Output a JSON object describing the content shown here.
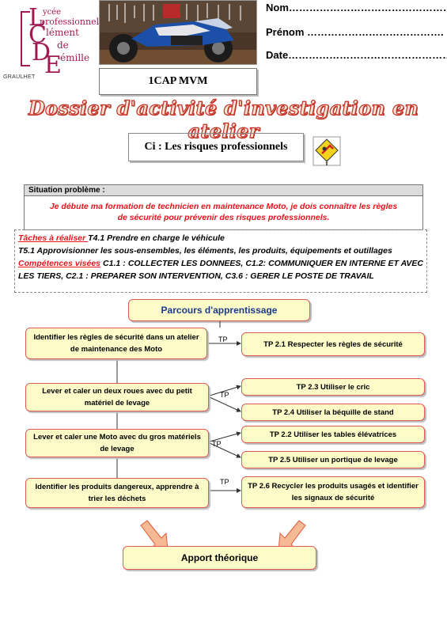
{
  "logo": {
    "l": "L",
    "ycee": "ycée",
    "professionnel": "professionnel",
    "c": "C",
    "lement": "lément",
    "d": "D",
    "de": "de",
    "e": "E",
    "emille": "émille",
    "city": "GRAULHET"
  },
  "fields": {
    "nom": "Nom………………………………………….",
    "prenom": "Prénom ………………………………….",
    "date": "Date…………………………………………."
  },
  "class_label": "1CAP MVM",
  "main_title": "Dossier d'activité d'investigation en atelier",
  "ci_label": "Ci : Les risques professionnels",
  "situation": {
    "header": "Situation problème :",
    "text": "Je débute ma formation de technicien en maintenance Moto, je dois connaître les règles de sécurité pour prévenir des risques professionnels."
  },
  "tasks": {
    "taches_label": "Tâches à réaliser ",
    "taches_text": "T4.1 Prendre en charge le véhicule",
    "t51_text": "T5.1 Approvisionner les sous-ensembles, les éléments, les produits, équipements et outillages",
    "competences_label": "Compétences visées",
    "competences_text": " C1.1 : COLLECTER LES DONNEES, C1.2: COMMUNIQUER EN INTERNE ET AVEC LES TIERS, C2.1 : PREPARER SON INTERVENTION, C3.6 : GERER LE POSTE DE TRAVAIL"
  },
  "flow": {
    "header": "Parcours d'apprentissage",
    "left": [
      "Identifier les règles de sécurité dans un atelier de maintenance des Moto",
      "Lever et caler un deux roues avec du petit matériel de levage",
      "Lever et caler une Moto avec du gros matériels de levage",
      "Identifier les produits dangereux, apprendre à trier les déchets"
    ],
    "right": [
      "TP 2.1 Respecter les règles de sécurité",
      "TP 2.3 Utiliser le  cric",
      "TP 2.4 Utiliser la béquille de stand",
      "TP 2.2 Utiliser les tables élévatrices",
      "TP 2.5 Utiliser un portique de levage",
      "TP 2.6  Recycler les produits usagés et identifier les signaux de sécurité"
    ],
    "tp_label": "TP",
    "footer": "Apport théorique"
  }
}
